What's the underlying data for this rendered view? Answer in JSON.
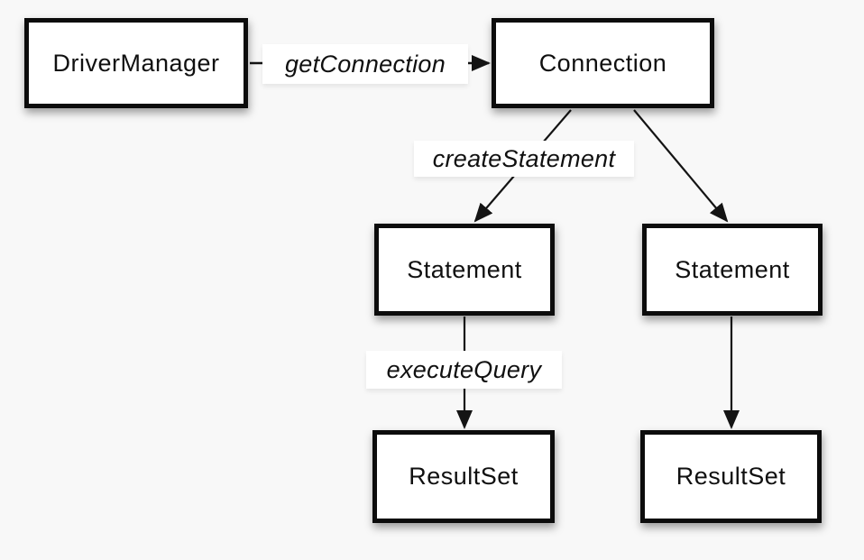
{
  "diagram": {
    "background_color": "#f8f8f8",
    "box_fill_color": "#ffffff",
    "box_border_color": "#0c0c0c",
    "text_color": "#101010",
    "line_color": "#141414",
    "nodes": {
      "driver_manager": {
        "label": "DriverManager"
      },
      "connection": {
        "label": "Connection"
      },
      "statement_left": {
        "label": "Statement"
      },
      "statement_right": {
        "label": "Statement"
      },
      "resultset_left": {
        "label": "ResultSet"
      },
      "resultset_right": {
        "label": "ResultSet"
      }
    },
    "edge_labels": {
      "get_connection": "getConnection",
      "create_statement": "createStatement",
      "execute_query": "executeQuery"
    },
    "edges": [
      {
        "from": "DriverManager",
        "to": "Connection",
        "label": "getConnection"
      },
      {
        "from": "Connection",
        "to": "Statement (left)",
        "label": "createStatement"
      },
      {
        "from": "Connection",
        "to": "Statement (right)",
        "label": ""
      },
      {
        "from": "Statement (left)",
        "to": "ResultSet (left)",
        "label": "executeQuery"
      },
      {
        "from": "Statement (right)",
        "to": "ResultSet (right)",
        "label": ""
      }
    ]
  }
}
